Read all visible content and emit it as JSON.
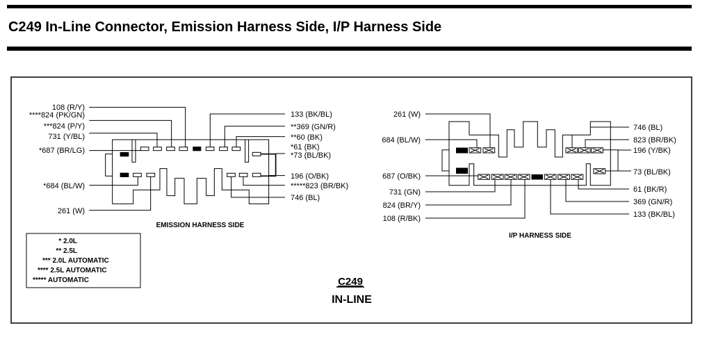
{
  "title": "C249  In-Line Connector, Emission Harness Side, I/P Harness Side",
  "emission": {
    "caption": "EMISSION  HARNESS SIDE",
    "left_labels": [
      "108 (R/Y)",
      "****824 (PK/GN)",
      "***824 (P/Y)",
      "731 (Y/BL)",
      "*687 (BR/LG)",
      "*684 (BL/W)",
      "261 (W)"
    ],
    "right_labels": [
      "133 (BK/BL)",
      "**369 (GN/R)",
      "**60 (BK)",
      "*61 (BK)",
      "*73 (BL/BK)",
      "196 (O/BK)",
      "*****823 (BR/BK)",
      "746 (BL)"
    ]
  },
  "ip": {
    "caption": "I/P HARNESS SIDE",
    "left_labels": [
      "261 (W)",
      "684 (BL/W)",
      "687 (O/BK)",
      "731 (GN)",
      "824 (BR/Y)",
      "108 (R/BK)"
    ],
    "right_labels": [
      "746 (BL)",
      "823 (BR/BK)",
      "196 (Y/BK)",
      "73 (BL/BK)",
      "61 (BK/R)",
      "369 (GN/R)",
      "133 (BK/BL)"
    ]
  },
  "legend": [
    "* 2.0L",
    "** 2.5L",
    "*** 2.0L  AUTOMATIC",
    "**** 2.5L  AUTOMATIC",
    "***** AUTOMATIC"
  ],
  "connector_id": "C249",
  "connector_type": "IN-LINE"
}
